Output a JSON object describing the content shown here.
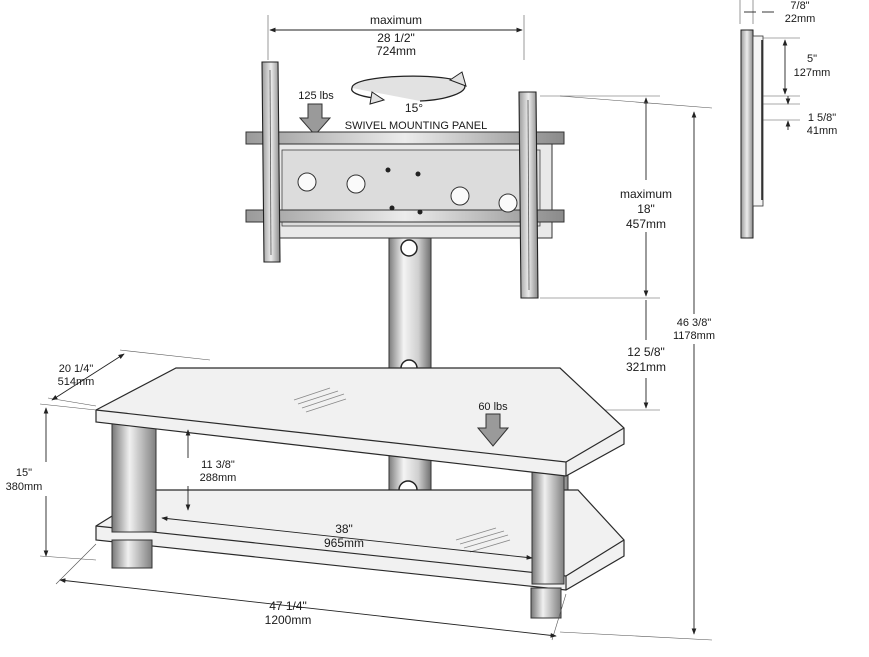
{
  "labels": {
    "width_max_title": "maximum",
    "width_max_in": "28 1/2\"",
    "width_max_mm": "724mm",
    "panel_load": "125 lbs",
    "swivel_angle": "15°",
    "swivel_caption": "SWIVEL MOUNTING PANEL",
    "depth_side_in": "7/8\"",
    "depth_side_mm": "22mm",
    "hole_spacing_in": "5\"",
    "hole_spacing_mm": "127mm",
    "offset_in": "1 5/8\"",
    "offset_mm": "41mm",
    "height_max_title": "maximum",
    "height_max_in": "18\"",
    "height_max_mm": "457mm",
    "total_height_in": "46 3/8\"",
    "total_height_mm": "1178mm",
    "panel_height_in": "12 5/8\"",
    "panel_height_mm": "321mm",
    "depth_in": "20 1/4\"",
    "depth_mm": "514mm",
    "shelf_load": "60 lbs",
    "shelf_height_in": "15\"",
    "shelf_height_mm": "380mm",
    "shelf_gap_in": "11 3/8\"",
    "shelf_gap_mm": "288mm",
    "inner_width_in": "38\"",
    "inner_width_mm": "965mm",
    "total_width_in": "47 1/4\"",
    "total_width_mm": "1200mm"
  },
  "colors": {
    "line": "#222222",
    "glass": "#f1f1f1",
    "metal_light": "#e6e6e6",
    "metal_dark": "#8c8c8c",
    "load_arrow": "#9a9a9a"
  },
  "icons": {
    "load_arrow": "down-arrow-icon",
    "swivel": "rotate-arrows-icon"
  }
}
